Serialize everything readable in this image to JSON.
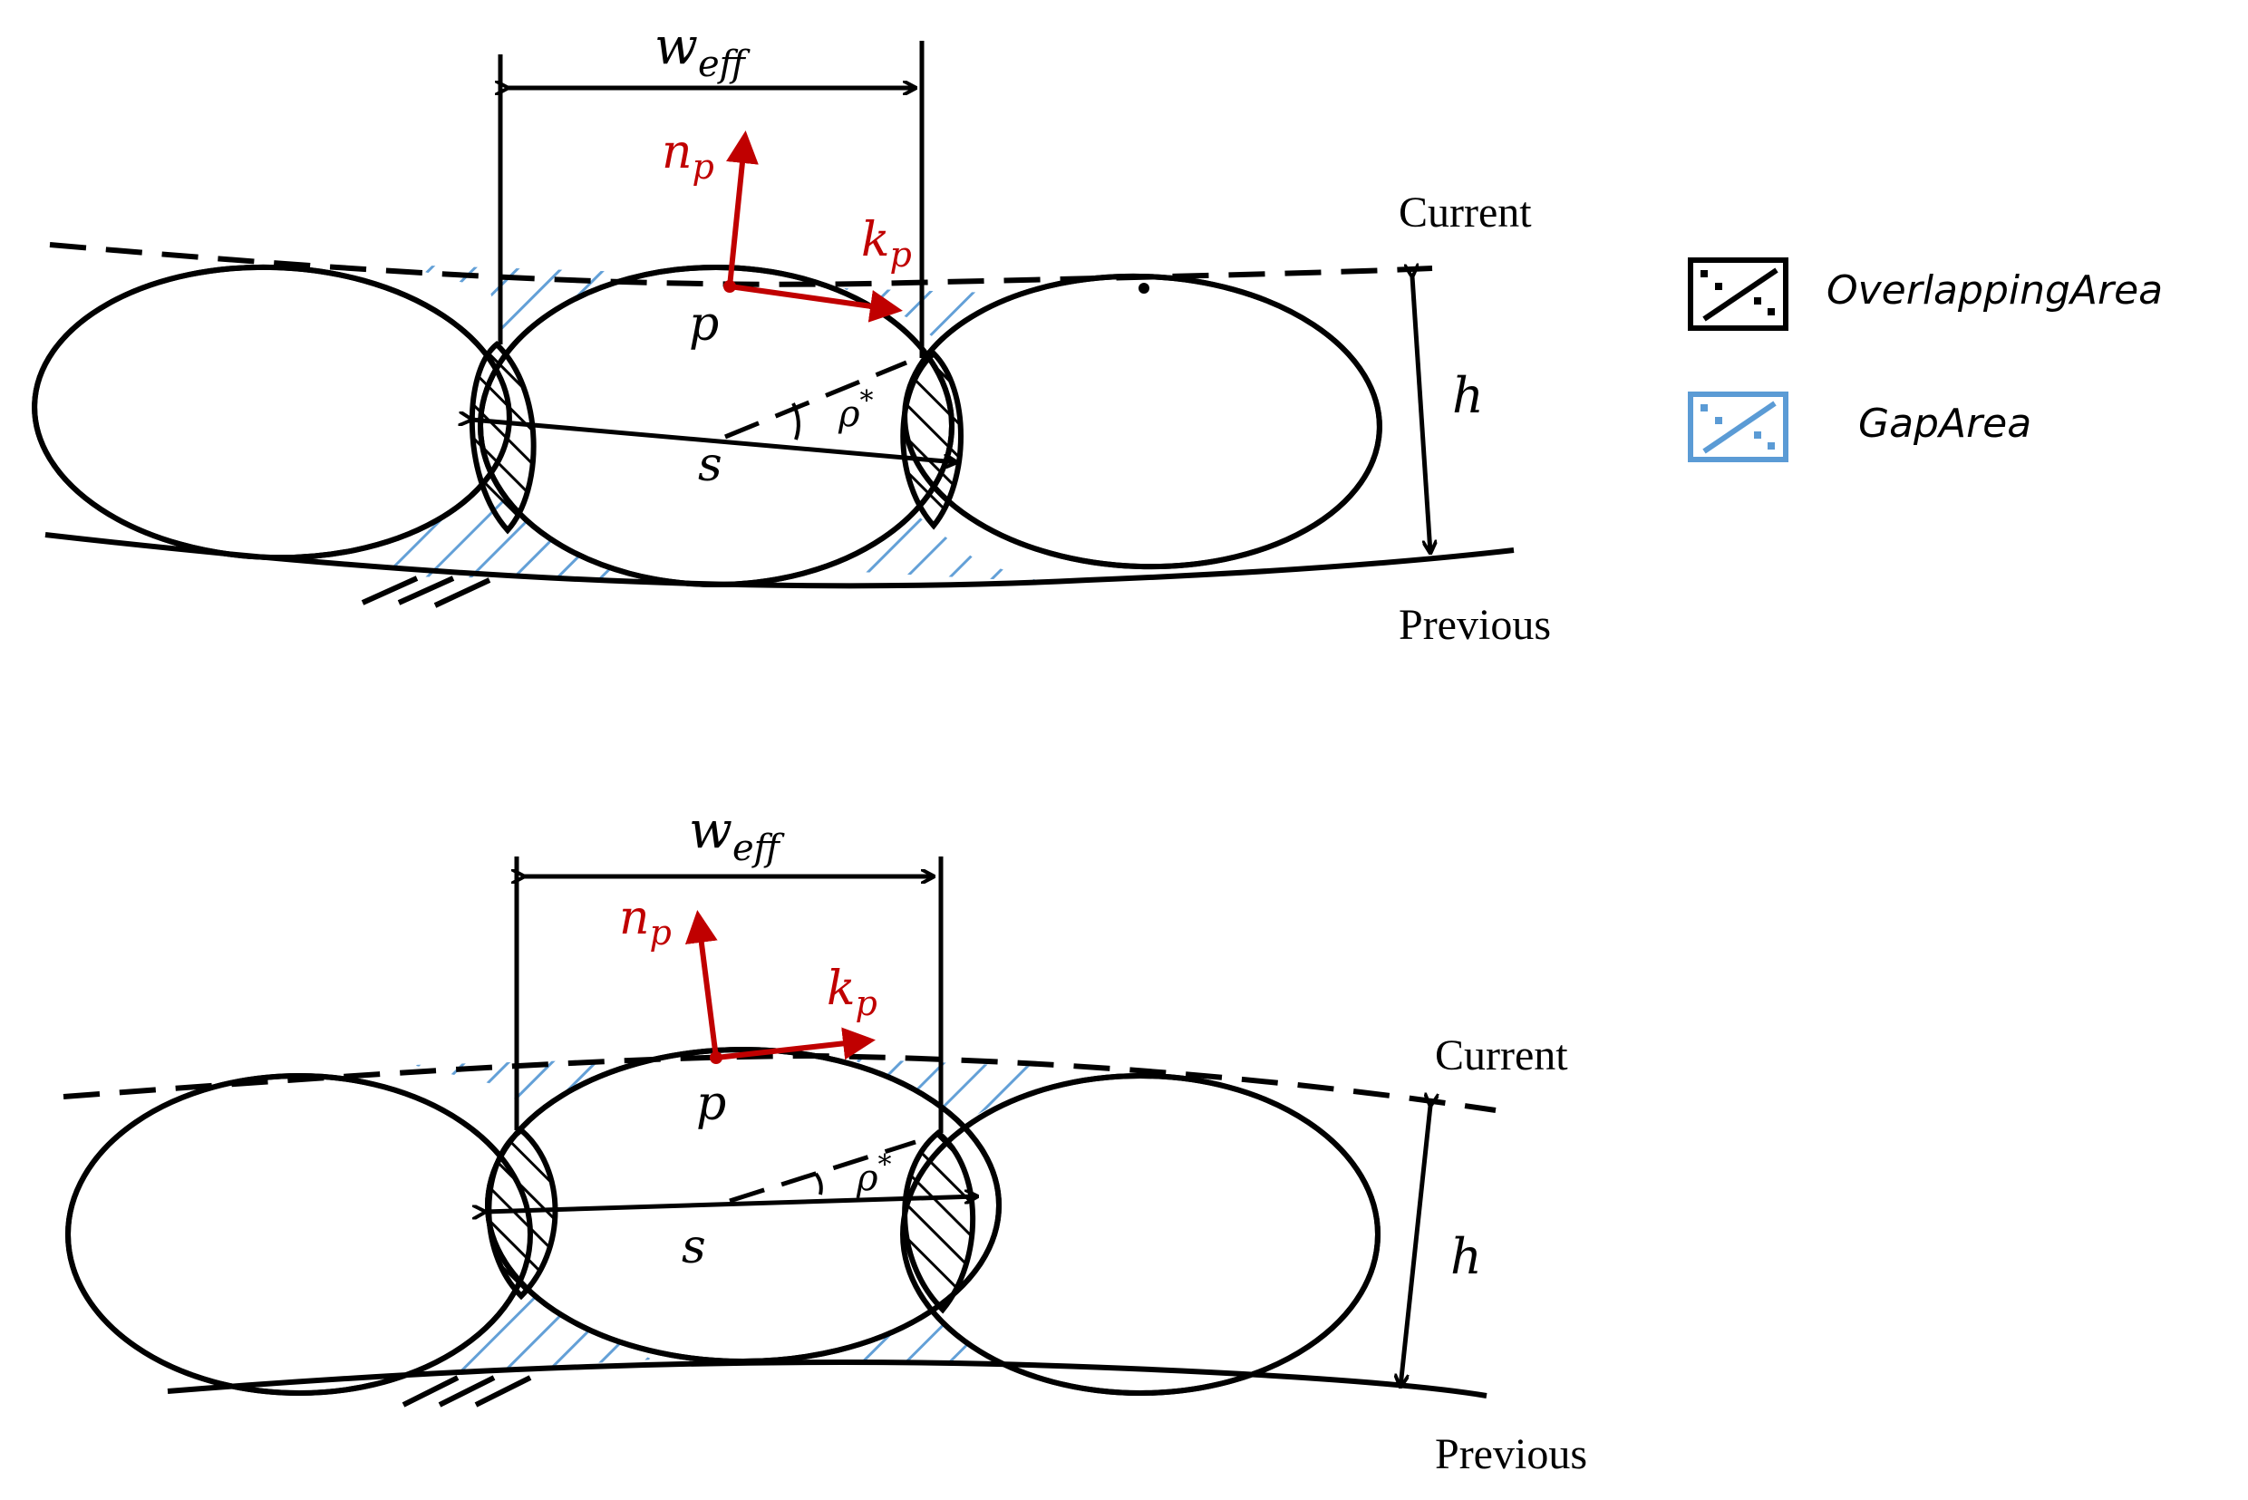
{
  "panels": [
    {
      "w_eff": "w",
      "w_eff_sub": "eff",
      "n_p": "n",
      "n_p_sub": "p",
      "k_p": "k",
      "k_p_sub": "p",
      "p": "p",
      "s": "s",
      "rho": "ρ",
      "rho_sup": "*",
      "h": "h",
      "current": "Current",
      "previous": "Previous"
    },
    {
      "w_eff": "w",
      "w_eff_sub": "eff",
      "n_p": "n",
      "n_p_sub": "p",
      "k_p": "k",
      "k_p_sub": "p",
      "p": "p",
      "s": "s",
      "rho": "ρ",
      "rho_sup": "*",
      "h": "h",
      "current": "Current",
      "previous": "Previous"
    }
  ],
  "legend": {
    "overlapping": "OverlappingArea",
    "gap": "GapArea"
  },
  "colors": {
    "outline": "#000000",
    "vector": "#c00000",
    "gap_hatch": "#5b9bd5",
    "overlap_hatch": "#000000"
  }
}
